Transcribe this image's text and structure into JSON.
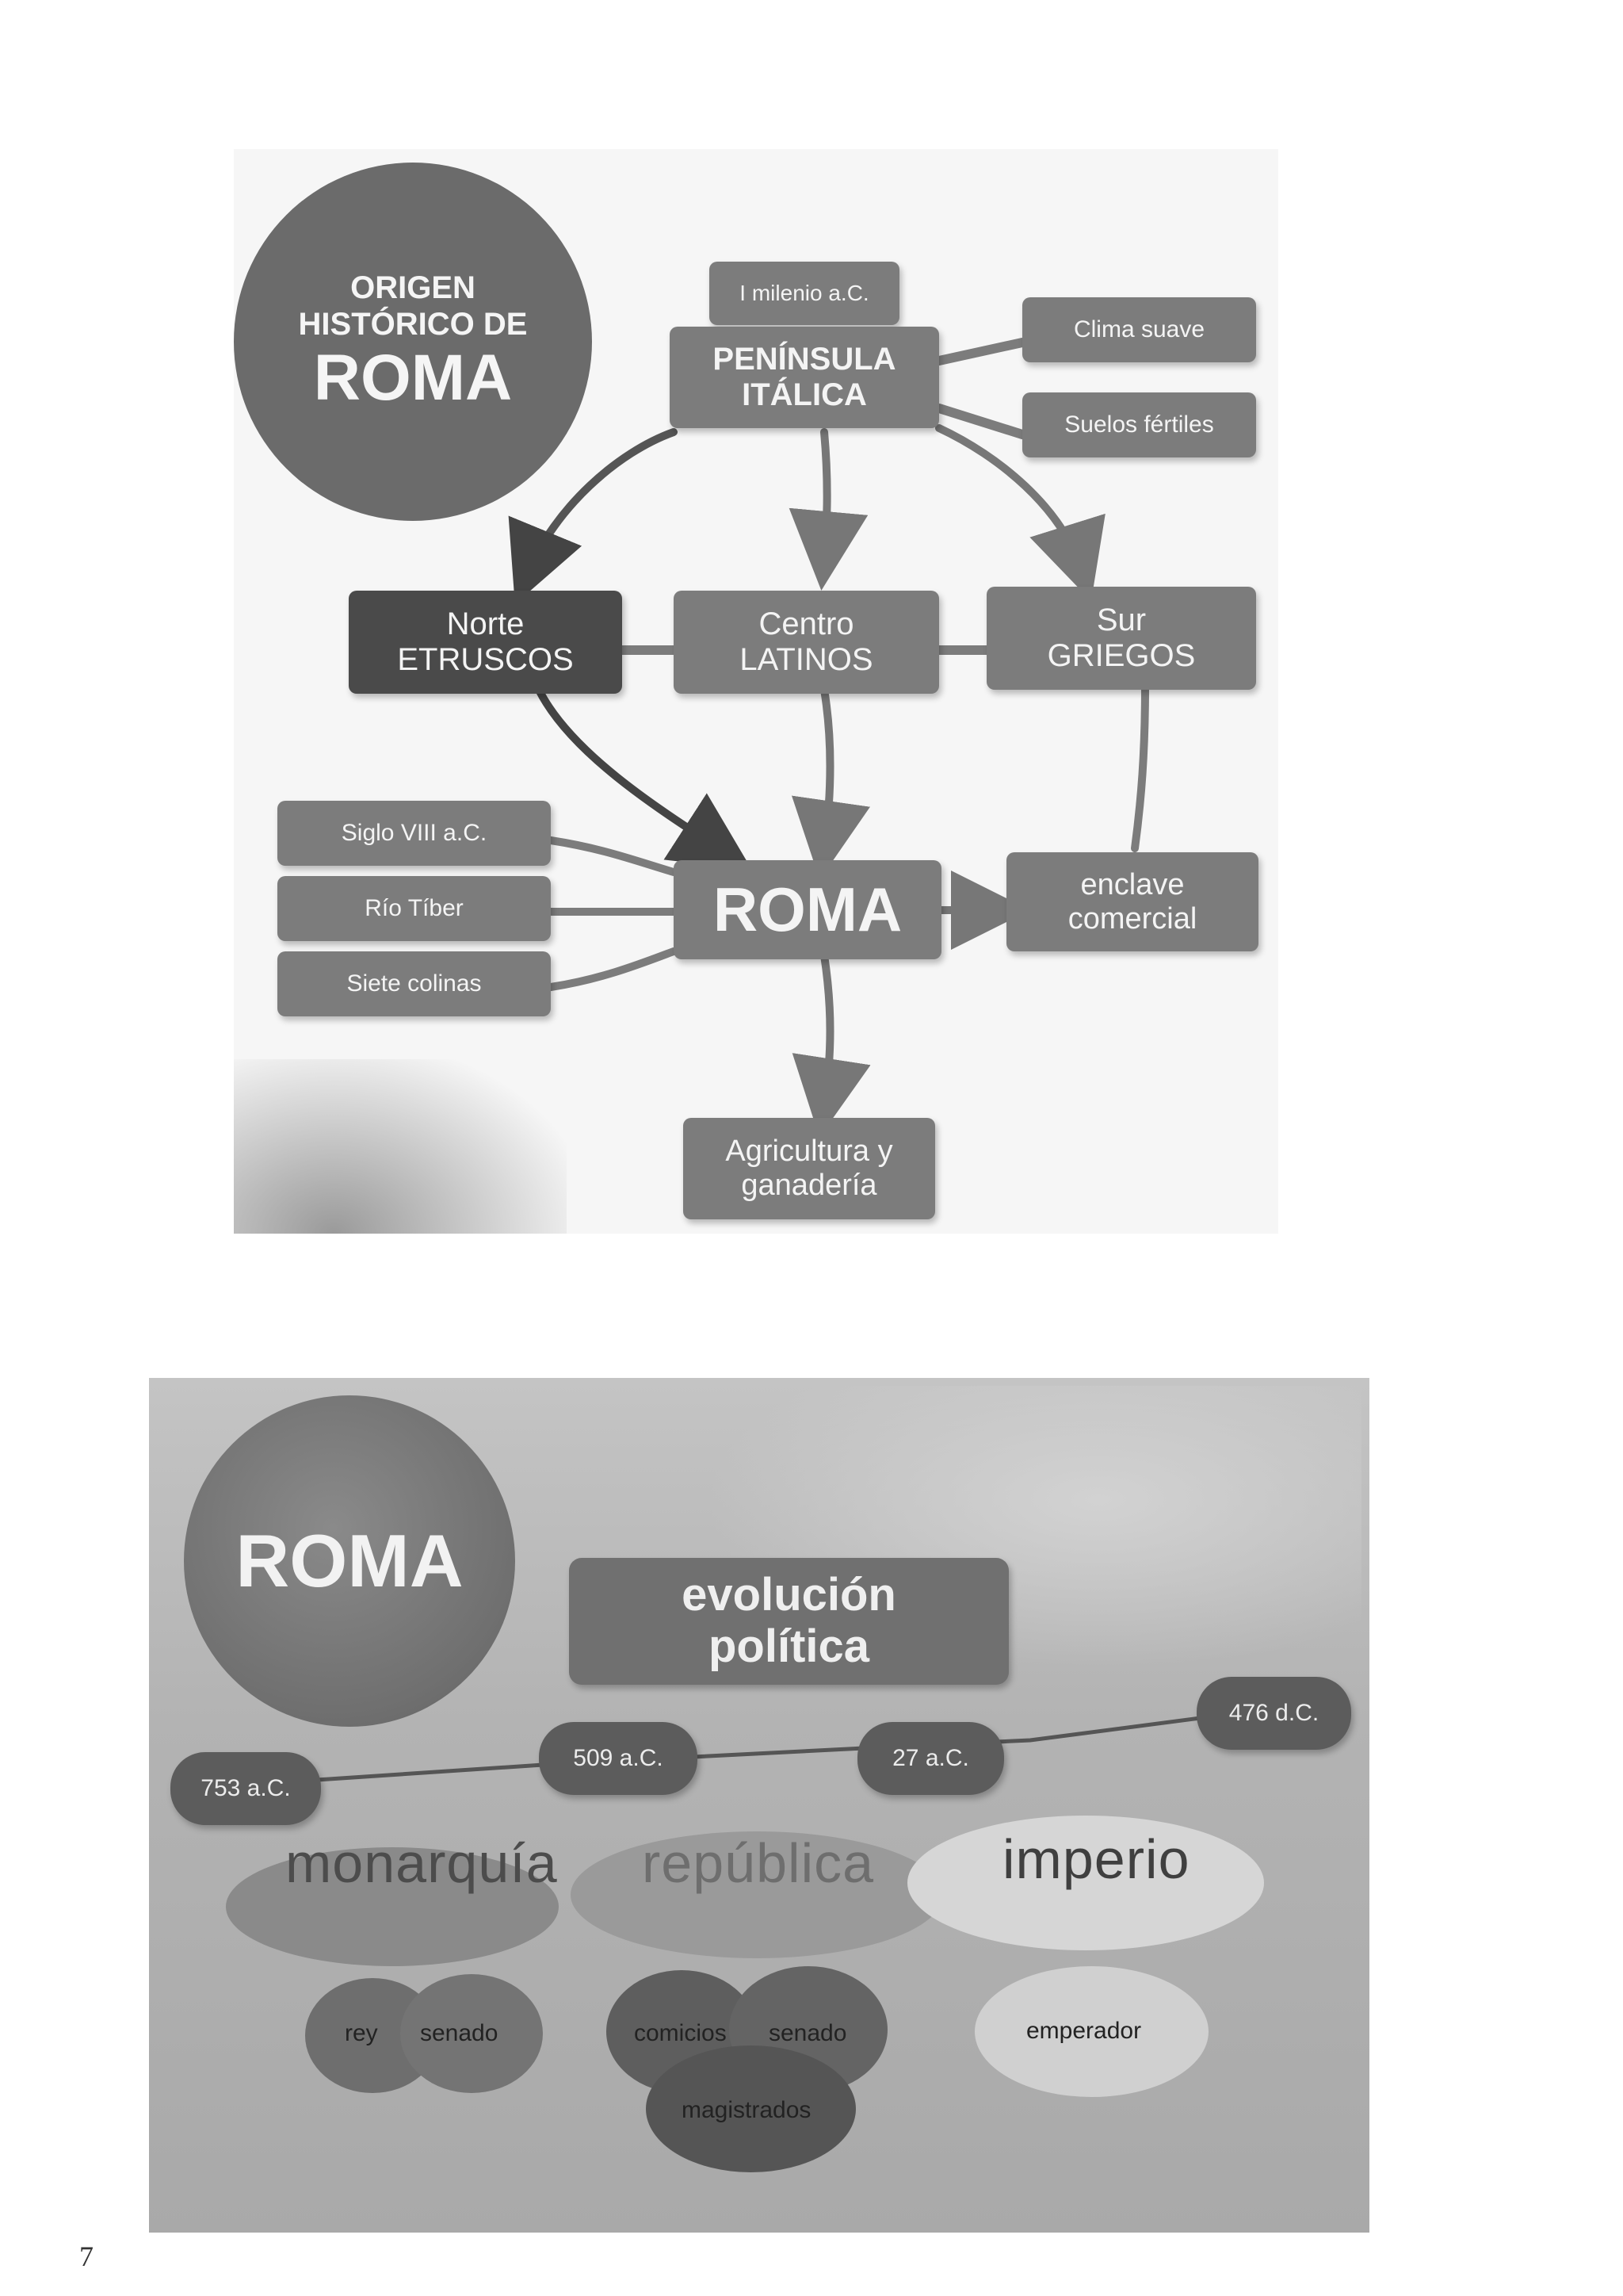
{
  "slide1": {
    "title_circle": {
      "line1": "ORIGEN",
      "line2": "HISTÓRICO DE",
      "line3": "ROMA"
    },
    "nodes": {
      "milenio": "I milenio a.C.",
      "peninsula": "PENÍNSULA\nITÁLICA",
      "clima": "Clima suave",
      "suelos": "Suelos fértiles",
      "norte": "Norte\nETRUSCOS",
      "centro": "Centro\nLATINOS",
      "sur": "Sur\nGRIEGOS",
      "siglo": "Siglo VIII a.C.",
      "rio": "Río Tíber",
      "colinas": "Siete colinas",
      "roma": "ROMA",
      "enclave": "enclave\ncomercial",
      "agricultura": "Agricultura y\nganadería"
    }
  },
  "slide2": {
    "roma_circle": "ROMA",
    "title": "evolución\npolítica",
    "dates": [
      "753 a.C.",
      "509 a.C.",
      "27 a.C.",
      "476 d.C."
    ],
    "stages": {
      "monarquia": "monarquía",
      "republica": "república",
      "imperio": "imperio"
    },
    "institutions": {
      "rey": "rey",
      "senado_m": "senado",
      "comicios": "comicios",
      "senado_r": "senado",
      "magistrados": "magistrados",
      "emperador": "emperador"
    }
  },
  "page_number": "7"
}
